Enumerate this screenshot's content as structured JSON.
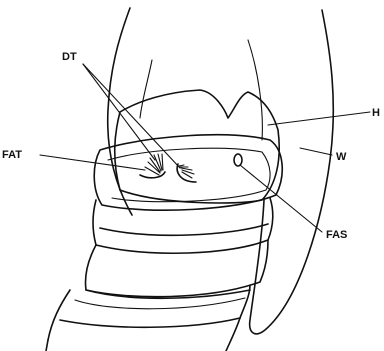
{
  "labels": {
    "dt": "DT",
    "fat": "FAT",
    "h": "H",
    "w": "W",
    "fas": "FAS"
  }
}
